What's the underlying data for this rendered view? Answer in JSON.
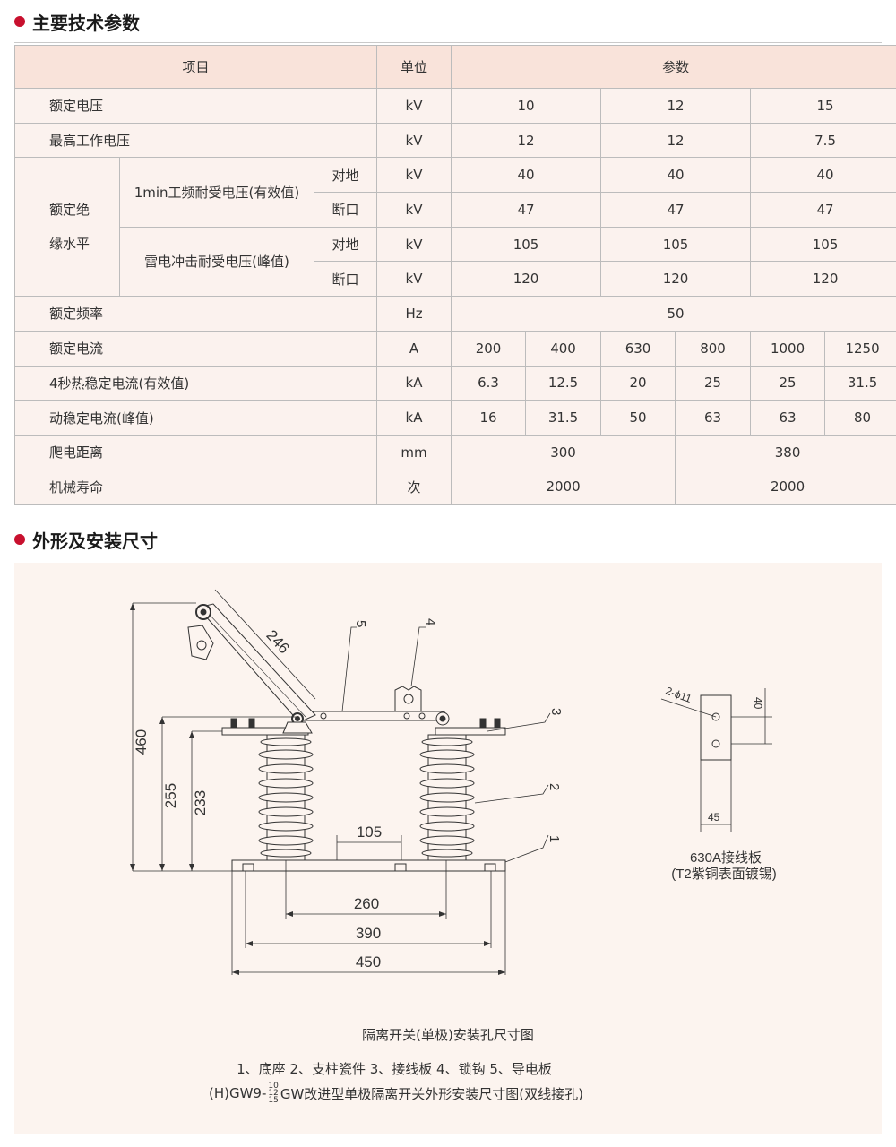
{
  "section1": {
    "title": "主要技术参数"
  },
  "table": {
    "header": {
      "item": "项目",
      "unit": "单位",
      "param": "参数"
    },
    "rated_voltage": {
      "label": "额定电压",
      "unit": "kV",
      "values": [
        "10",
        "12",
        "15"
      ]
    },
    "max_voltage": {
      "label": "最高工作电压",
      "unit": "kV",
      "values": [
        "12",
        "12",
        "7.5"
      ]
    },
    "insulation": {
      "label_line1": "额定绝",
      "label_line2": "缘水平",
      "power_freq": {
        "label": "1min工频耐受电压(有效值)",
        "ground": {
          "label": "对地",
          "unit": "kV",
          "values": [
            "40",
            "40",
            "40"
          ]
        },
        "break": {
          "label": "断口",
          "unit": "kV",
          "values": [
            "47",
            "47",
            "47"
          ]
        }
      },
      "lightning": {
        "label": "雷电冲击耐受电压(峰值)",
        "ground": {
          "label": "对地",
          "unit": "kV",
          "values": [
            "105",
            "105",
            "105"
          ]
        },
        "break": {
          "label": "断口",
          "unit": "kV",
          "values": [
            "120",
            "120",
            "120"
          ]
        }
      }
    },
    "rated_freq": {
      "label": "额定频率",
      "unit": "Hz",
      "value": "50"
    },
    "rated_current": {
      "label": "额定电流",
      "unit": "A",
      "values": [
        "200",
        "400",
        "630",
        "800",
        "1000",
        "1250"
      ]
    },
    "thermal_current": {
      "label": "4秒热稳定电流(有效值)",
      "unit": "kA",
      "values": [
        "6.3",
        "12.5",
        "20",
        "25",
        "25",
        "31.5"
      ]
    },
    "dynamic_current": {
      "label": "动稳定电流(峰值)",
      "unit": "kA",
      "values": [
        "16",
        "31.5",
        "50",
        "63",
        "63",
        "80"
      ]
    },
    "creepage": {
      "label": "爬电距离",
      "unit": "mm",
      "values": [
        "300",
        "380"
      ]
    },
    "mech_life": {
      "label": "机械寿命",
      "unit": "次",
      "values": [
        "2000",
        "2000"
      ]
    }
  },
  "section2": {
    "title": "外形及安装尺寸"
  },
  "drawing": {
    "dims": {
      "d460": "460",
      "d255": "255",
      "d233": "233",
      "d246": "246",
      "d105": "105",
      "d260": "260",
      "d390": "390",
      "d450": "450"
    },
    "callouts": [
      "1",
      "2",
      "3",
      "4",
      "5"
    ],
    "plate": {
      "hole": "2-ϕ11",
      "d40": "40",
      "d45": "45",
      "name": "630A接线板",
      "material": "(T2紫铜表面镀锡)"
    },
    "caption1": "隔离开关(单极)安装孔尺寸图",
    "caption2": "1、底座  2、支柱瓷件   3、接线板  4、锁钩  5、导电板",
    "caption3_prefix": "(H)GW9-",
    "caption3_sub": [
      "10",
      "12",
      "15"
    ],
    "caption3_suffix": "GW改进型单极隔离开关外形安装尺寸图(双线接孔)"
  },
  "colors": {
    "accent": "#c8102e",
    "panel": "#fcf4ef",
    "table_cell": "#fbf2ee",
    "table_head": "#f9e3da"
  }
}
